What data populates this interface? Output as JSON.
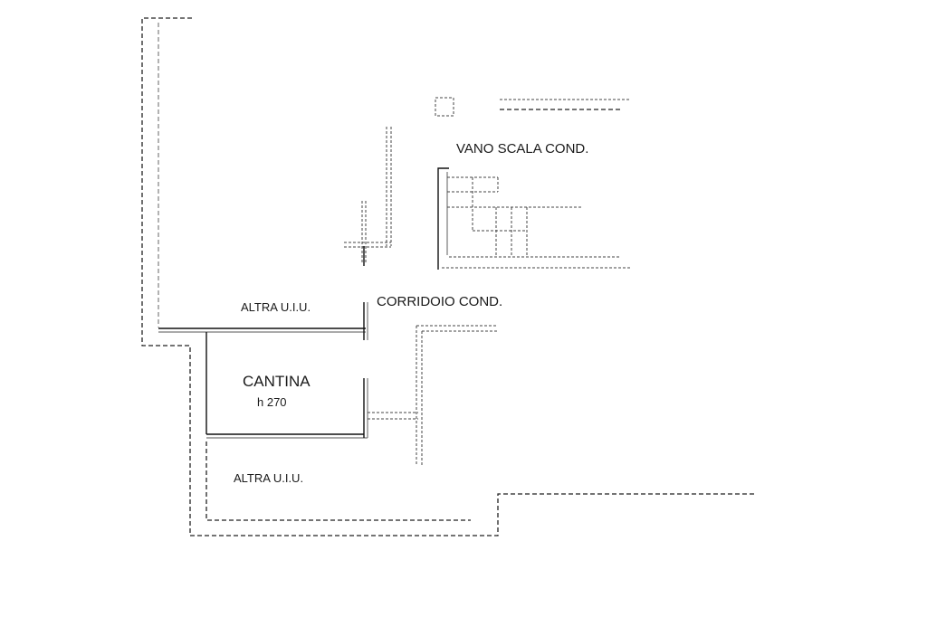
{
  "labels": {
    "vano_scala": "VANO SCALA COND.",
    "corridoio": "CORRIDOIO COND.",
    "altra_uiu_top": "ALTRA U.I.U.",
    "cantina": "CANTINA",
    "cantina_height": "h 270",
    "altra_uiu_bottom": "ALTRA U.I.U."
  },
  "colors": {
    "line": "#222222",
    "secondary_line": "#888888",
    "background": "#ffffff"
  }
}
